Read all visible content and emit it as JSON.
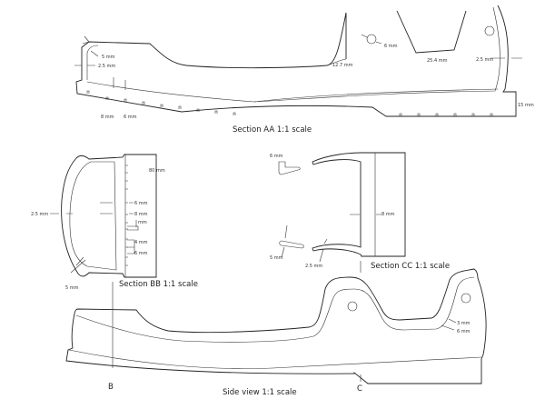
{
  "section_aa": {
    "title": "Section AA  1:1  scale",
    "dims": {
      "d1": "5  mm",
      "d2": "2.5  mm",
      "d3": "8  mm",
      "d4": "6  mm",
      "d5": "12.7  mm",
      "d6": "6  mm",
      "d7": "25.4  mm",
      "d8": "2.5  mm",
      "d9": "15  mm"
    }
  },
  "section_bb": {
    "title": "Section  BB  1:1  scale",
    "dims": {
      "d1": "80  mm",
      "d2": "2.5  mm",
      "d3": "6  mm",
      "d4": "8  mm",
      "d5": "mm",
      "d6": "4  mm",
      "d7": "6  mm",
      "d8": "5  mm"
    }
  },
  "section_cc": {
    "title": "Section  CC  1:1  scale",
    "dims": {
      "d1": "6  mm",
      "d2": "8  mm",
      "d3": "5  mm",
      "d4": "2.5  mm"
    }
  },
  "side_view": {
    "title": "Side  view  1:1  scale",
    "marker_b": "B",
    "marker_c": "C",
    "dims": {
      "d1": "3  mm",
      "d2": "6  mm"
    }
  }
}
